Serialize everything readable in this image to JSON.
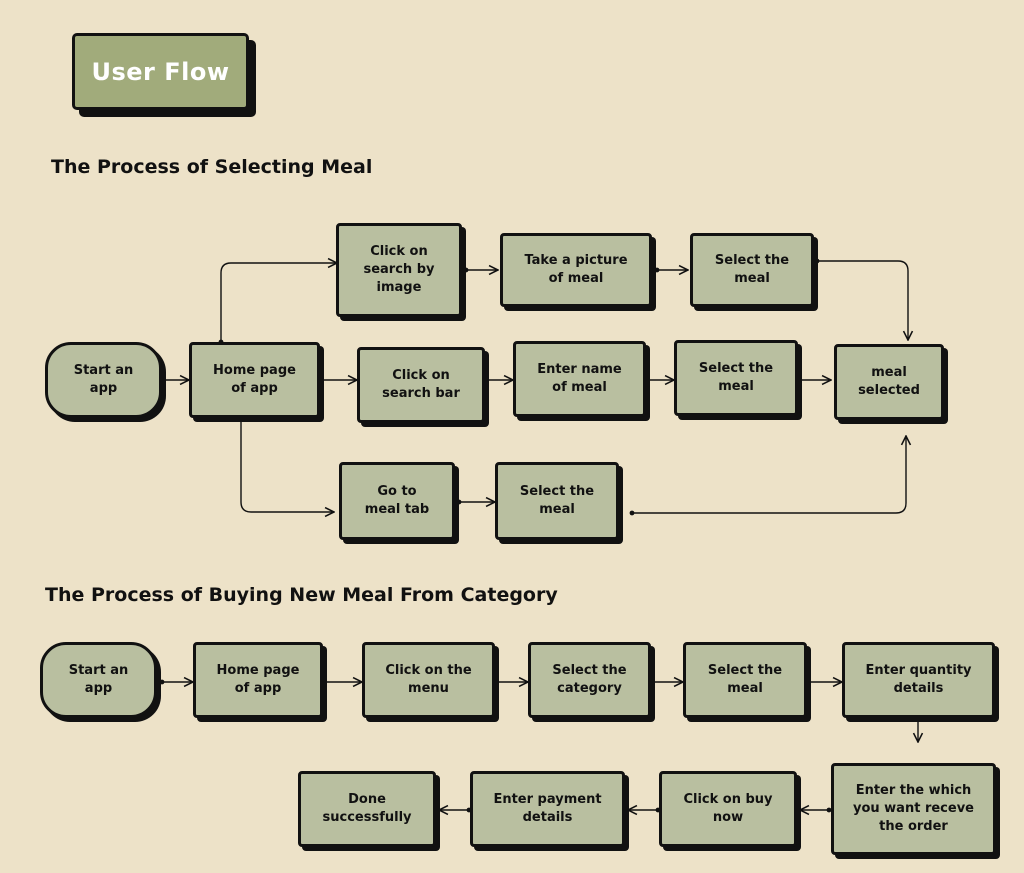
{
  "badge": {
    "label": "User Flow"
  },
  "sections": {
    "selecting": {
      "title": "The Process of Selecting Meal"
    },
    "buying": {
      "title": "The Process of Buying New Meal From Category"
    }
  },
  "flow1": {
    "start": "Start an\napp",
    "home": "Home page\nof app",
    "click_image": "Click on\nsearch by\nimage",
    "take_picture": "Take a picture\nof meal",
    "select_meal_top": "Select the\nmeal",
    "click_search_bar": "Click on\nsearch bar",
    "enter_name": "Enter name\nof meal",
    "select_meal_mid": "Select the\nmeal",
    "meal_selected": "meal\nselected",
    "go_meal_tab": "Go to\nmeal tab",
    "select_meal_bottom": "Select the\nmeal"
  },
  "flow2": {
    "start": "Start an\napp",
    "home": "Home page\nof app",
    "click_menu": "Click on the\nmenu",
    "select_category": "Select the\ncategory",
    "select_meal": "Select the\nmeal",
    "enter_quantity": "Enter quantity\ndetails",
    "enter_address": "Enter the which\nyou want receve\nthe order",
    "click_buy": "Click on buy\nnow",
    "enter_payment": "Enter payment\ndetails",
    "done": "Done\nsuccessfully"
  },
  "colors": {
    "background": "#ede2c8",
    "node_fill": "#b9bfa0",
    "badge_fill": "#a1ab7b",
    "stroke": "#111111"
  }
}
